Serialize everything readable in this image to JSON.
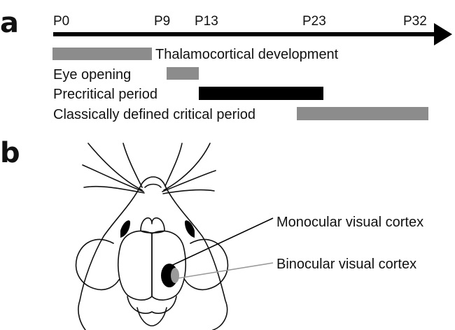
{
  "panels": {
    "a": "a",
    "b": "b"
  },
  "timeline": {
    "ticks": [
      "P0",
      "P9",
      "P13",
      "P23",
      "P32"
    ],
    "periods": [
      {
        "label": "Thalamocortical development",
        "start": "P0",
        "end": "P9",
        "color": "gray"
      },
      {
        "label": "Eye opening",
        "start": "P11",
        "end": "P13",
        "color": "gray"
      },
      {
        "label": "Precritical period",
        "start": "P13",
        "end": "P24",
        "color": "black"
      },
      {
        "label": "Classically defined critical period",
        "start": "P22",
        "end": "P33",
        "color": "gray"
      }
    ]
  },
  "mouse": {
    "monocular_label": "Monocular visual cortex",
    "binocular_label": "Binocular visual cortex"
  },
  "colors": {
    "bar_gray": "#8c8c8c",
    "bar_black": "#000000",
    "binocular_zone": "#9a9a9a"
  }
}
